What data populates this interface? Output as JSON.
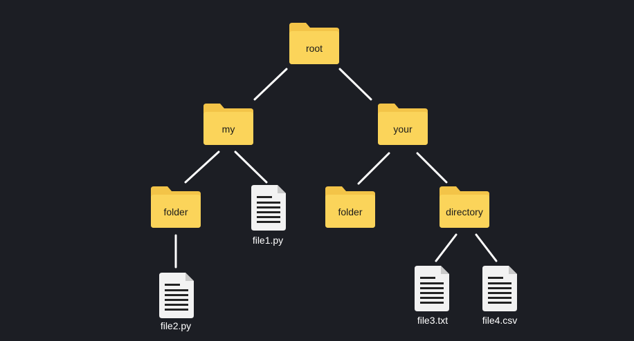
{
  "diagram": {
    "background": "#1c1e24",
    "folder_color": "#fbd45a",
    "folder_tab_color": "#f3c448",
    "file_color": "#f2f2f2",
    "edge_color": "#ffffff",
    "nodes": {
      "root": {
        "label": "root",
        "kind": "folder",
        "icon": "folder-icon"
      },
      "my": {
        "label": "my",
        "kind": "folder",
        "icon": "folder-icon"
      },
      "your": {
        "label": "your",
        "kind": "folder",
        "icon": "folder-icon"
      },
      "my_folder": {
        "label": "folder",
        "kind": "folder",
        "icon": "folder-icon"
      },
      "file1": {
        "label": "file1.py",
        "kind": "file",
        "icon": "document-icon"
      },
      "your_folder": {
        "label": "folder",
        "kind": "folder",
        "icon": "folder-icon"
      },
      "directory": {
        "label": "directory",
        "kind": "folder",
        "icon": "folder-icon"
      },
      "file2": {
        "label": "file2.py",
        "kind": "file",
        "icon": "document-icon"
      },
      "file3": {
        "label": "file3.txt",
        "kind": "file",
        "icon": "document-icon"
      },
      "file4": {
        "label": "file4.csv",
        "kind": "file",
        "icon": "document-icon"
      }
    },
    "edges": [
      [
        "root",
        "my"
      ],
      [
        "root",
        "your"
      ],
      [
        "my",
        "my_folder"
      ],
      [
        "my",
        "file1"
      ],
      [
        "your",
        "your_folder"
      ],
      [
        "your",
        "directory"
      ],
      [
        "my_folder",
        "file2"
      ],
      [
        "directory",
        "file3"
      ],
      [
        "directory",
        "file4"
      ]
    ]
  }
}
